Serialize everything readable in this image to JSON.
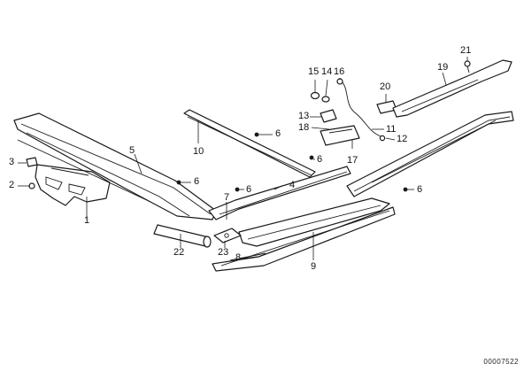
{
  "diagram": {
    "callouts": [
      {
        "id": "c1",
        "label": "1"
      },
      {
        "id": "c2",
        "label": "2"
      },
      {
        "id": "c3",
        "label": "3"
      },
      {
        "id": "c4",
        "label": "4"
      },
      {
        "id": "c5",
        "label": "5"
      },
      {
        "id": "c6a",
        "label": "6"
      },
      {
        "id": "c6b",
        "label": "6"
      },
      {
        "id": "c6c",
        "label": "6"
      },
      {
        "id": "c6d",
        "label": "6"
      },
      {
        "id": "c6e",
        "label": "6"
      },
      {
        "id": "c7",
        "label": "7"
      },
      {
        "id": "c8",
        "label": "8"
      },
      {
        "id": "c9",
        "label": "9"
      },
      {
        "id": "c10",
        "label": "10"
      },
      {
        "id": "c11",
        "label": "11"
      },
      {
        "id": "c12",
        "label": "12"
      },
      {
        "id": "c13",
        "label": "13"
      },
      {
        "id": "c14",
        "label": "14"
      },
      {
        "id": "c15",
        "label": "15"
      },
      {
        "id": "c16",
        "label": "16"
      },
      {
        "id": "c17",
        "label": "17"
      },
      {
        "id": "c18",
        "label": "18"
      },
      {
        "id": "c19",
        "label": "19"
      },
      {
        "id": "c20",
        "label": "20"
      },
      {
        "id": "c21",
        "label": "21"
      },
      {
        "id": "c22",
        "label": "22"
      },
      {
        "id": "c23",
        "label": "23"
      }
    ],
    "drawing_code": "00007522"
  }
}
